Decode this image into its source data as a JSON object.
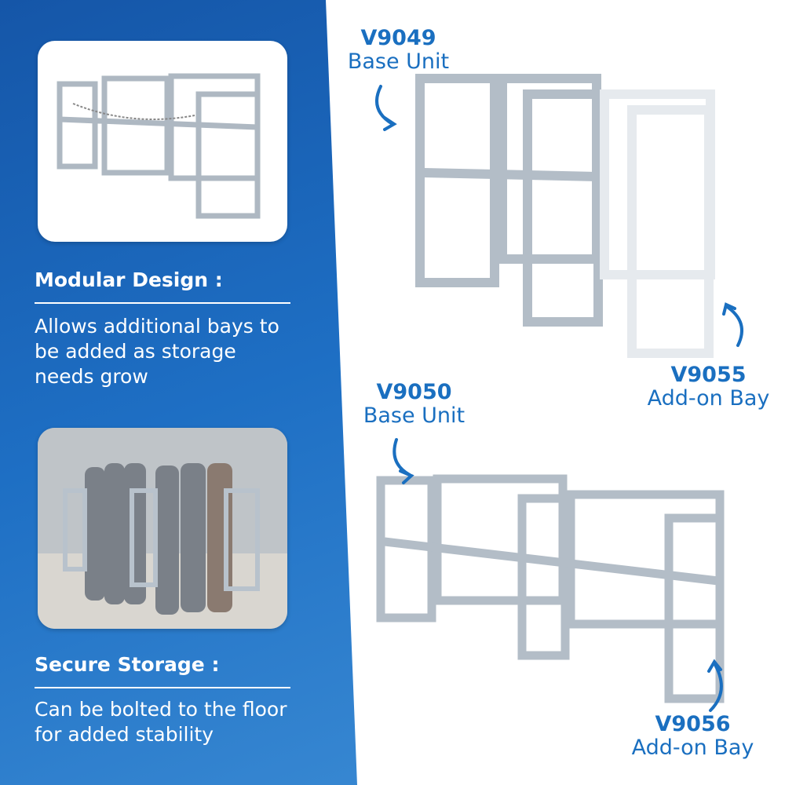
{
  "left_panel": {
    "features": [
      {
        "title": "Modular Design :",
        "description": "Allows additional bays to be added as storage needs grow"
      },
      {
        "title": "Secure Storage :",
        "description": "Can be bolted to the floor for added stability"
      }
    ]
  },
  "products": [
    {
      "code": "V9049",
      "name": "Base Unit"
    },
    {
      "code": "V9055",
      "name": "Add-on Bay"
    },
    {
      "code": "V9050",
      "name": "Base Unit"
    },
    {
      "code": "V9056",
      "name": "Add-on Bay"
    }
  ],
  "colors": {
    "blue": "#1e6fc4",
    "label": "#1a6fc0",
    "steel": "#b8c2cc"
  }
}
